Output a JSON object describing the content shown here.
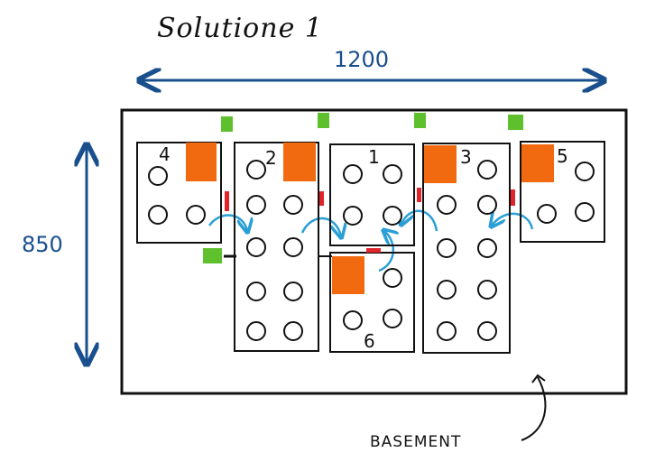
{
  "title": "Solutione 1",
  "dimensions": {
    "width": "1200",
    "height": "850"
  },
  "annotation": "BASEMENT",
  "boxes": [
    {
      "num": "1"
    },
    {
      "num": "2"
    },
    {
      "num": "3"
    },
    {
      "num": "4"
    },
    {
      "num": "5"
    },
    {
      "num": "6"
    }
  ],
  "colors": {
    "dimension": "#1a4f8e",
    "arrow": "#2a9fd6",
    "orange": "#f26a0f",
    "green": "#5dc02c",
    "red": "#e0242b"
  }
}
